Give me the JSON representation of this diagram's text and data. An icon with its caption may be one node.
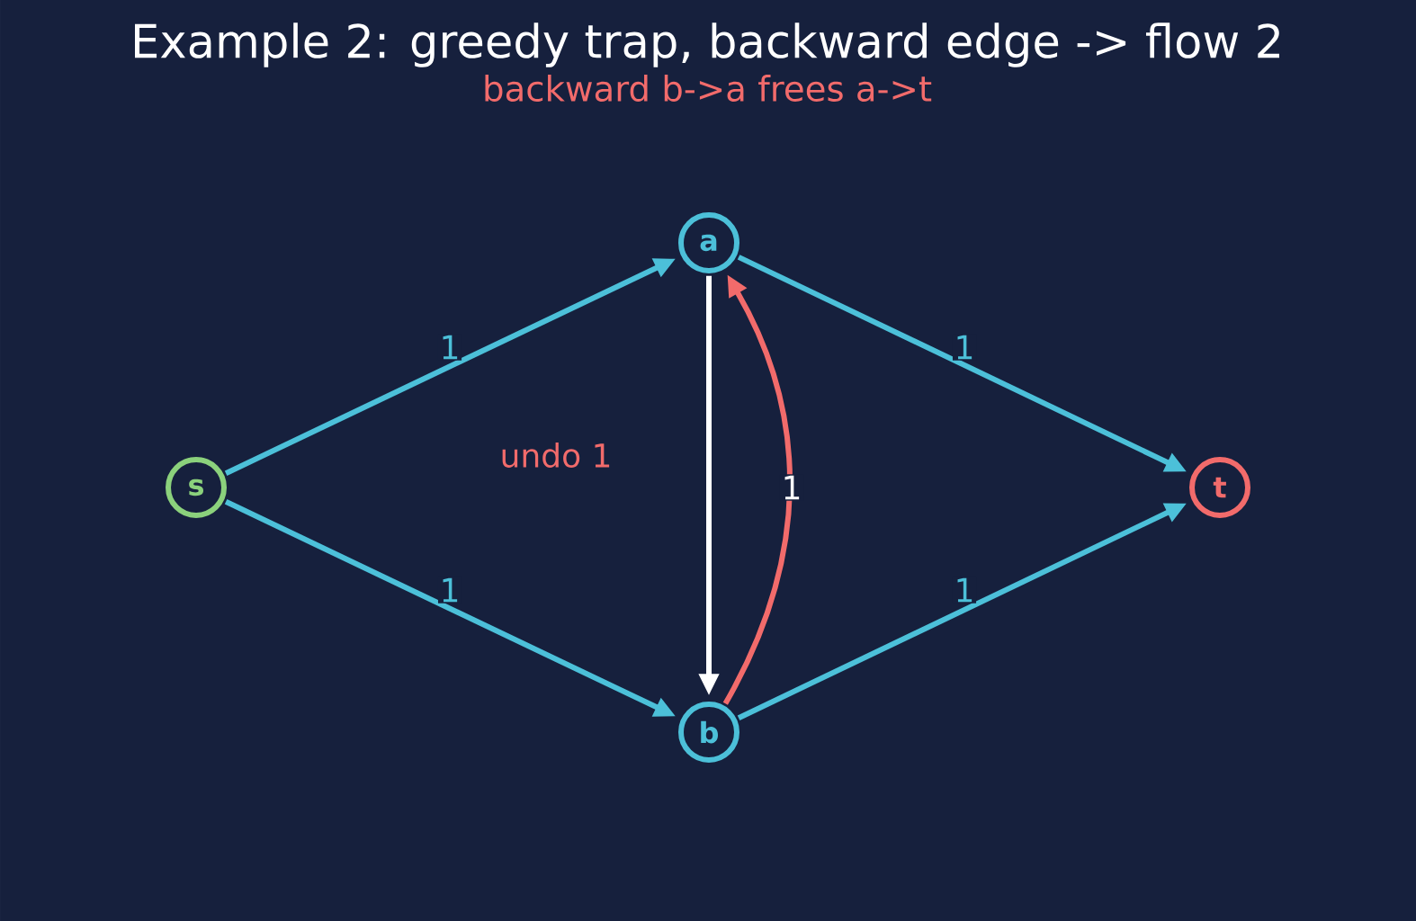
{
  "diagram": {
    "title": "Example 2: greedy trap, backward edge -> flow 2",
    "nodes": [
      {
        "text": [
          "s"
        ]
      },
      {
        "text": [
          "a"
        ]
      },
      {
        "text": [
          "b"
        ]
      },
      {
        "text": [
          "t"
        ]
      }
    ],
    "edges": [
      {
        "from": 0,
        "to": 1,
        "arrow": "to",
        "label": "1"
      },
      {
        "from": 0,
        "to": 2,
        "arrow": "to",
        "label": "1"
      },
      {
        "from": 1,
        "to": 3,
        "arrow": "to",
        "label": "1"
      },
      {
        "from": 2,
        "to": 3,
        "arrow": "to",
        "label": "1"
      },
      {
        "from": 1,
        "to": 2,
        "arrow": "to",
        "color": "#ffffff"
      },
      {
        "from": 2,
        "to": 1,
        "arrow": "to",
        "label": "1",
        "color": "#f26b6b"
      }
    ],
    "labels": [
      "backward b->a frees a->t",
      "undo 1"
    ]
  }
}
